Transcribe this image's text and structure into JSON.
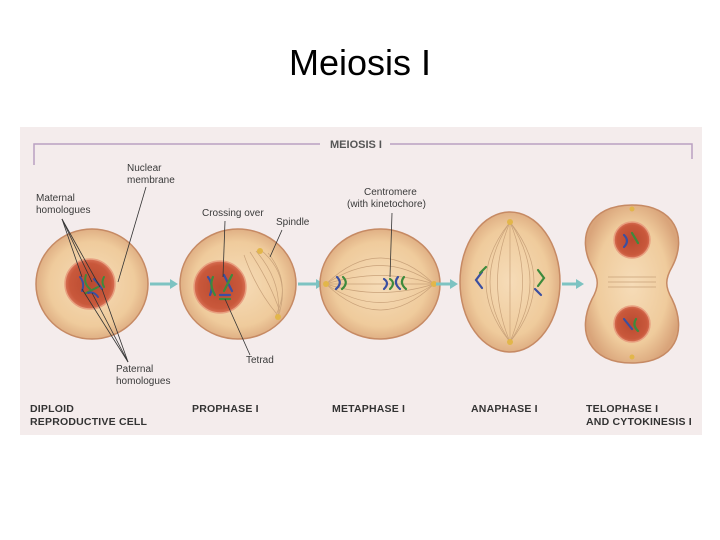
{
  "slide": {
    "title": "Meiosis I"
  },
  "diagram": {
    "header": "MEIOSIS I",
    "labels": {
      "nuclear_membrane": [
        "Nuclear",
        "membrane"
      ],
      "maternal_homologues": [
        "Maternal",
        "homologues"
      ],
      "crossing_over": "Crossing over",
      "spindle": "Spindle",
      "centromere": [
        "Centromere",
        "(with kinetochore)"
      ],
      "tetrad": "Tetrad",
      "paternal_homologues": [
        "Paternal",
        "homologues"
      ]
    },
    "stages": [
      {
        "lines": [
          "DIPLOID",
          "REPRODUCTIVE CELL"
        ]
      },
      {
        "lines": [
          "PROPHASE I"
        ]
      },
      {
        "lines": [
          "METAPHASE I"
        ]
      },
      {
        "lines": [
          "ANAPHASE I"
        ]
      },
      {
        "lines": [
          "TELOPHASE I",
          "AND CYTOKINESIS I"
        ]
      }
    ],
    "colors": {
      "background": "#f4ecec",
      "cell_fill": "#f1cfa2",
      "cell_edge": "#c68a64",
      "nucleus": "#c95a3d",
      "maternal_chromosome": "#3b4fa0",
      "paternal_chromosome": "#3d8a3c",
      "arrow": "#7dc3c2",
      "bracket": "#b9a0c2"
    }
  }
}
